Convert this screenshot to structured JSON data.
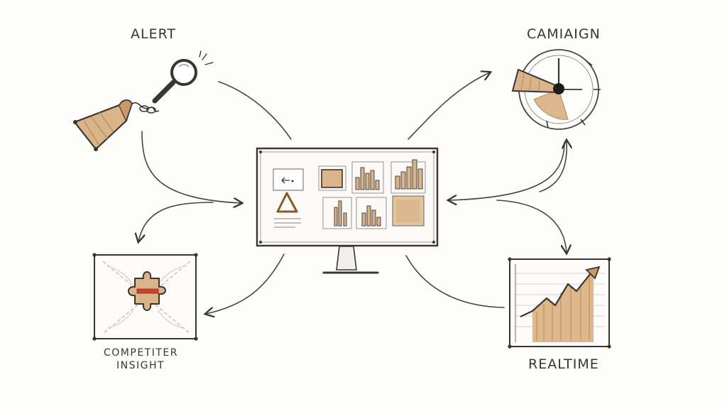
{
  "labels": {
    "alert": "ALERT",
    "campaign": "CAMIAIGN",
    "competitor_line1": "COMPETITER",
    "competitor_line2": "INSIGHT",
    "realtime": "REALTIME"
  },
  "icons": {
    "alert": "megaphone-magnifier-icon",
    "campaign": "clock-dial-icon",
    "competitor": "puzzle-piece-icon",
    "realtime": "rising-area-chart-icon",
    "hub": "dashboard-monitor-icon"
  },
  "colors": {
    "ink": "#3a3530",
    "wood": "#d9b48a",
    "wood_dark": "#b8895a",
    "accent_red": "#c8452c",
    "background": "#fdfdfc"
  }
}
